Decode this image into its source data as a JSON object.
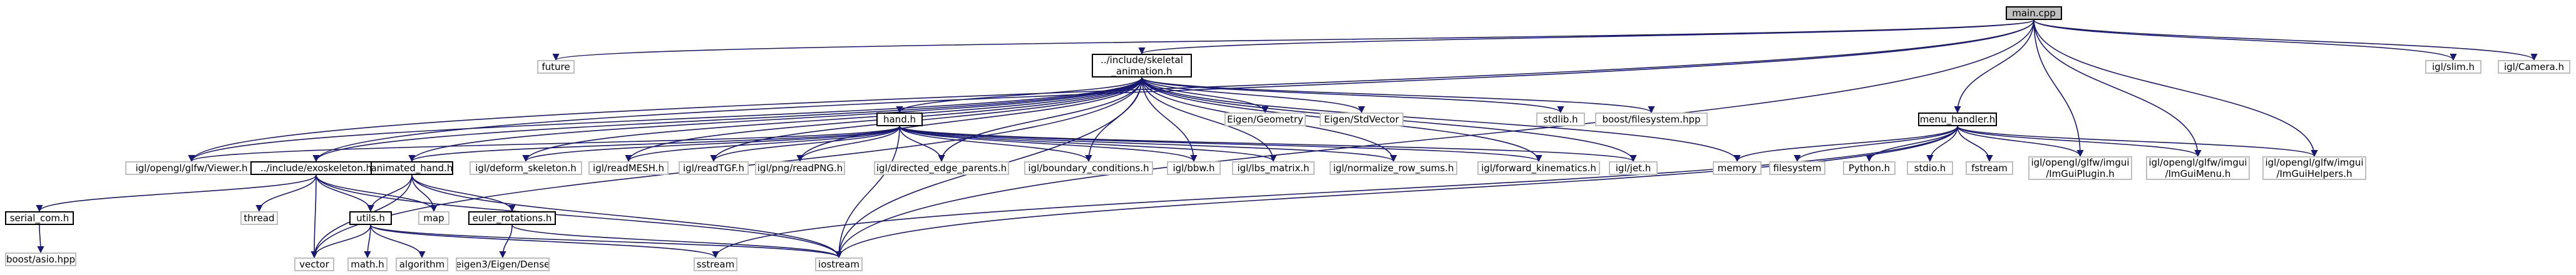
{
  "colors": {
    "edge": "#191970",
    "node_border": "#000000",
    "external_border": "#bfbfbf",
    "root_fill": "#bfbfbf"
  },
  "nodes": {
    "main_cpp": [
      "main.cpp"
    ],
    "future": [
      "future"
    ],
    "skeletal_animation_h": [
      "../include/skeletal",
      "_animation.h"
    ],
    "igl_slim_h": [
      "igl/slim.h"
    ],
    "igl_camera_h": [
      "igl/Camera.h"
    ],
    "hand_h": [
      "hand.h"
    ],
    "eigen_geometry": [
      "Eigen/Geometry"
    ],
    "eigen_stdvector": [
      "Eigen/StdVector"
    ],
    "stdlib_h": [
      "stdlib.h"
    ],
    "boost_filesystem_hpp": [
      "boost/filesystem.hpp"
    ],
    "menu_handler_h": [
      "menu_handler.h"
    ],
    "igl_viewer_h": [
      "igl/opengl/glfw/Viewer.h"
    ],
    "exoskeleton_h": [
      "../include/exoskeleton.h"
    ],
    "animated_hand_h": [
      "animated_hand.h"
    ],
    "igl_deform_skeleton_h": [
      "igl/deform_skeleton.h"
    ],
    "igl_readmesh_h": [
      "igl/readMESH.h"
    ],
    "igl_readtgf_h": [
      "igl/readTGF.h"
    ],
    "igl_readpng_h": [
      "igl/png/readPNG.h"
    ],
    "igl_directed_edge_parents_h": [
      "igl/directed_edge_parents.h"
    ],
    "igl_boundary_conditions_h": [
      "igl/boundary_conditions.h"
    ],
    "igl_bbw_h": [
      "igl/bbw.h"
    ],
    "igl_lbs_matrix_h": [
      "igl/lbs_matrix.h"
    ],
    "igl_normalize_row_sums_h": [
      "igl/normalize_row_sums.h"
    ],
    "igl_forward_kinematics_h": [
      "igl/forward_kinematics.h"
    ],
    "igl_jet_h": [
      "igl/jet.h"
    ],
    "memory": [
      "memory"
    ],
    "filesystem": [
      "filesystem"
    ],
    "python_h": [
      "Python.h"
    ],
    "stdio_h": [
      "stdio.h"
    ],
    "fstream": [
      "fstream"
    ],
    "imguiplugin_h": [
      "igl/opengl/glfw/imgui",
      "/ImGuiPlugin.h"
    ],
    "imguimenu_h": [
      "igl/opengl/glfw/imgui",
      "/ImGuiMenu.h"
    ],
    "imguihelpers_h": [
      "igl/opengl/glfw/imgui",
      "/ImGuiHelpers.h"
    ],
    "serial_com_h": [
      "serial_com.h"
    ],
    "thread": [
      "thread"
    ],
    "utils_h": [
      "utils.h"
    ],
    "map": [
      "map"
    ],
    "euler_rotations_h": [
      "euler_rotations.h"
    ],
    "boost_asio_hpp": [
      "boost/asio.hpp"
    ],
    "vector": [
      "vector"
    ],
    "math_h": [
      "math.h"
    ],
    "algorithm": [
      "algorithm"
    ],
    "sstream": [
      "sstream"
    ],
    "iostream": [
      "iostream"
    ],
    "eigen_dense": [
      "eigen3/Eigen/Dense"
    ]
  },
  "edges": [
    [
      "main_cpp",
      "future"
    ],
    [
      "main_cpp",
      "skeletal_animation_h"
    ],
    [
      "main_cpp",
      "igl_slim_h"
    ],
    [
      "main_cpp",
      "igl_camera_h"
    ],
    [
      "main_cpp",
      "menu_handler_h"
    ],
    [
      "main_cpp",
      "igl_viewer_h"
    ],
    [
      "main_cpp",
      "exoskeleton_h"
    ],
    [
      "main_cpp",
      "imguiplugin_h"
    ],
    [
      "main_cpp",
      "imguimenu_h"
    ],
    [
      "main_cpp",
      "imguihelpers_h"
    ],
    [
      "main_cpp",
      "iostream"
    ],
    [
      "skeletal_animation_h",
      "hand_h"
    ],
    [
      "skeletal_animation_h",
      "eigen_geometry"
    ],
    [
      "skeletal_animation_h",
      "eigen_stdvector"
    ],
    [
      "skeletal_animation_h",
      "stdlib_h"
    ],
    [
      "skeletal_animation_h",
      "boost_filesystem_hpp"
    ],
    [
      "skeletal_animation_h",
      "igl_viewer_h"
    ],
    [
      "skeletal_animation_h",
      "exoskeleton_h"
    ],
    [
      "skeletal_animation_h",
      "animated_hand_h"
    ],
    [
      "skeletal_animation_h",
      "igl_deform_skeleton_h"
    ],
    [
      "skeletal_animation_h",
      "igl_readmesh_h"
    ],
    [
      "skeletal_animation_h",
      "igl_readtgf_h"
    ],
    [
      "skeletal_animation_h",
      "igl_readpng_h"
    ],
    [
      "skeletal_animation_h",
      "igl_directed_edge_parents_h"
    ],
    [
      "skeletal_animation_h",
      "igl_boundary_conditions_h"
    ],
    [
      "skeletal_animation_h",
      "igl_bbw_h"
    ],
    [
      "skeletal_animation_h",
      "igl_lbs_matrix_h"
    ],
    [
      "skeletal_animation_h",
      "igl_normalize_row_sums_h"
    ],
    [
      "skeletal_animation_h",
      "igl_forward_kinematics_h"
    ],
    [
      "skeletal_animation_h",
      "igl_jet_h"
    ],
    [
      "skeletal_animation_h",
      "memory"
    ],
    [
      "skeletal_animation_h",
      "vector"
    ],
    [
      "skeletal_animation_h",
      "iostream"
    ],
    [
      "hand_h",
      "igl_viewer_h"
    ],
    [
      "hand_h",
      "animated_hand_h"
    ],
    [
      "hand_h",
      "igl_deform_skeleton_h"
    ],
    [
      "hand_h",
      "igl_readmesh_h"
    ],
    [
      "hand_h",
      "igl_readtgf_h"
    ],
    [
      "hand_h",
      "igl_readpng_h"
    ],
    [
      "hand_h",
      "igl_directed_edge_parents_h"
    ],
    [
      "hand_h",
      "igl_boundary_conditions_h"
    ],
    [
      "hand_h",
      "igl_bbw_h"
    ],
    [
      "hand_h",
      "igl_lbs_matrix_h"
    ],
    [
      "hand_h",
      "igl_normalize_row_sums_h"
    ],
    [
      "hand_h",
      "igl_forward_kinematics_h"
    ],
    [
      "hand_h",
      "igl_jet_h"
    ],
    [
      "hand_h",
      "iostream"
    ],
    [
      "menu_handler_h",
      "memory"
    ],
    [
      "menu_handler_h",
      "filesystem"
    ],
    [
      "menu_handler_h",
      "python_h"
    ],
    [
      "menu_handler_h",
      "stdio_h"
    ],
    [
      "menu_handler_h",
      "fstream"
    ],
    [
      "menu_handler_h",
      "imguiplugin_h"
    ],
    [
      "menu_handler_h",
      "imguimenu_h"
    ],
    [
      "menu_handler_h",
      "imguihelpers_h"
    ],
    [
      "menu_handler_h",
      "sstream"
    ],
    [
      "menu_handler_h",
      "iostream"
    ],
    [
      "exoskeleton_h",
      "serial_com_h"
    ],
    [
      "exoskeleton_h",
      "thread"
    ],
    [
      "exoskeleton_h",
      "utils_h"
    ],
    [
      "exoskeleton_h",
      "map"
    ],
    [
      "exoskeleton_h",
      "vector"
    ],
    [
      "exoskeleton_h",
      "iostream"
    ],
    [
      "animated_hand_h",
      "utils_h"
    ],
    [
      "animated_hand_h",
      "map"
    ],
    [
      "animated_hand_h",
      "euler_rotations_h"
    ],
    [
      "animated_hand_h",
      "vector"
    ],
    [
      "animated_hand_h",
      "iostream"
    ],
    [
      "serial_com_h",
      "boost_asio_hpp"
    ],
    [
      "utils_h",
      "vector"
    ],
    [
      "utils_h",
      "math_h"
    ],
    [
      "utils_h",
      "algorithm"
    ],
    [
      "utils_h",
      "sstream"
    ],
    [
      "utils_h",
      "iostream"
    ],
    [
      "euler_rotations_h",
      "eigen_dense"
    ],
    [
      "euler_rotations_h",
      "iostream"
    ]
  ]
}
